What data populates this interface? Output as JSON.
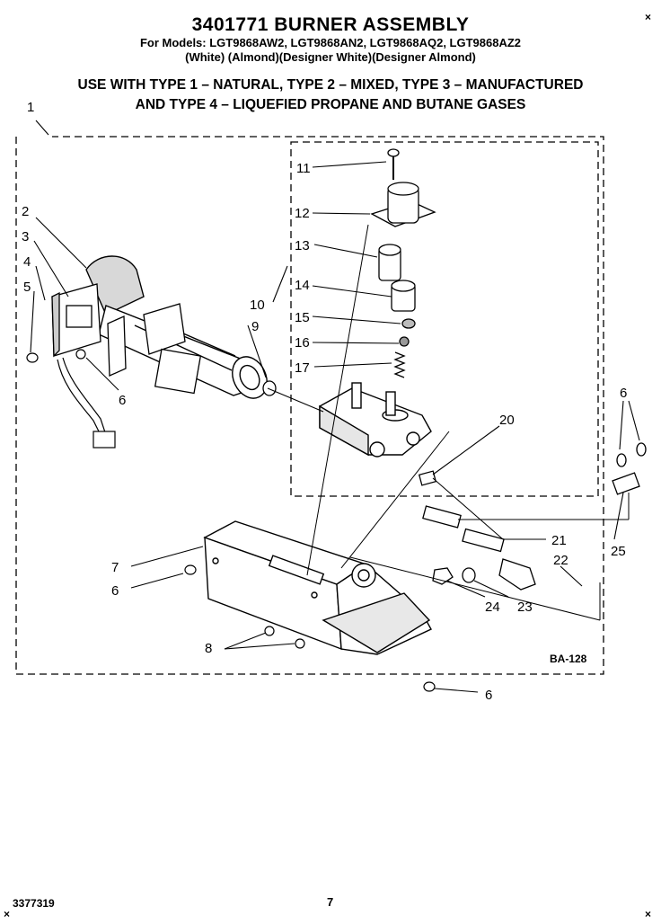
{
  "header": {
    "title": "3401771 BURNER ASSEMBLY",
    "models": "For Models: LGT9868AW2, LGT9868AN2, LGT9868AQ2, LGT9868AZ2",
    "colors": "(White)    (Almond)(Designer White)(Designer Almond)",
    "usage_line1": "USE WITH TYPE 1 – NATURAL, TYPE 2 – MIXED, TYPE 3 – MANUFACTURED",
    "usage_line2": "AND TYPE 4 – LIQUEFIED PROPANE AND BUTANE GASES"
  },
  "diagram": {
    "reference": "BA-128",
    "callouts": [
      "1",
      "2",
      "3",
      "4",
      "5",
      "6",
      "7",
      "6",
      "8",
      "9",
      "10",
      "11",
      "12",
      "13",
      "14",
      "15",
      "16",
      "17",
      "20",
      "6",
      "21",
      "22",
      "23",
      "24",
      "25",
      "6"
    ]
  },
  "footer": {
    "part_number": "3377319",
    "page_number": "7"
  }
}
